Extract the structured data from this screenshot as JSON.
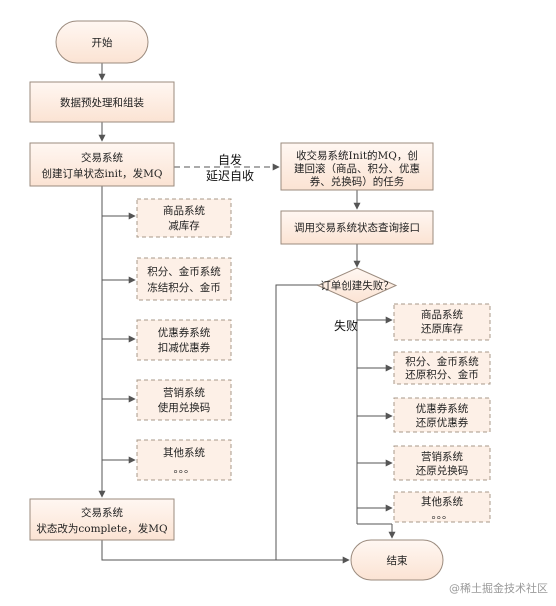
{
  "nodes": {
    "start": "开始",
    "prep": "数据预处理和组装",
    "trade1": [
      "交易系统",
      "创建订单状态init，发MQ"
    ],
    "recv": [
      "收交易系统Init的MQ，创",
      "建回滚（商品、积分、优惠",
      "券、兑换码）的任务"
    ],
    "query": "调用交易系统状态查询接口",
    "decision": "订单创建失败？",
    "left_subsystems": [
      [
        "商品系统",
        "减库存"
      ],
      [
        "积分、金币系统",
        "冻结积分、金币"
      ],
      [
        "优惠券系统",
        "扣减优惠券"
      ],
      [
        "营销系统",
        "使用兑换码"
      ],
      [
        "其他系统",
        "。。。"
      ]
    ],
    "right_subsystems": [
      [
        "商品系统",
        "还原库存"
      ],
      [
        "积分、金币系统",
        "还原积分、金币"
      ],
      [
        "优惠券系统",
        "还原优惠券"
      ],
      [
        "营销系统",
        "还原兑换码"
      ],
      [
        "其他系统",
        "。。。"
      ]
    ],
    "trade2": [
      "交易系统",
      "状态改为complete，发MQ"
    ],
    "end": "结束"
  },
  "edge_labels": {
    "self_send": "自发",
    "delayed_receive": "延迟自收",
    "fail": "失败"
  },
  "watermark": "@稀土掘金技术社区",
  "colors": {
    "box_fill": "#fde9d9",
    "box_stroke": "#9b8b7e",
    "line": "#555555"
  }
}
